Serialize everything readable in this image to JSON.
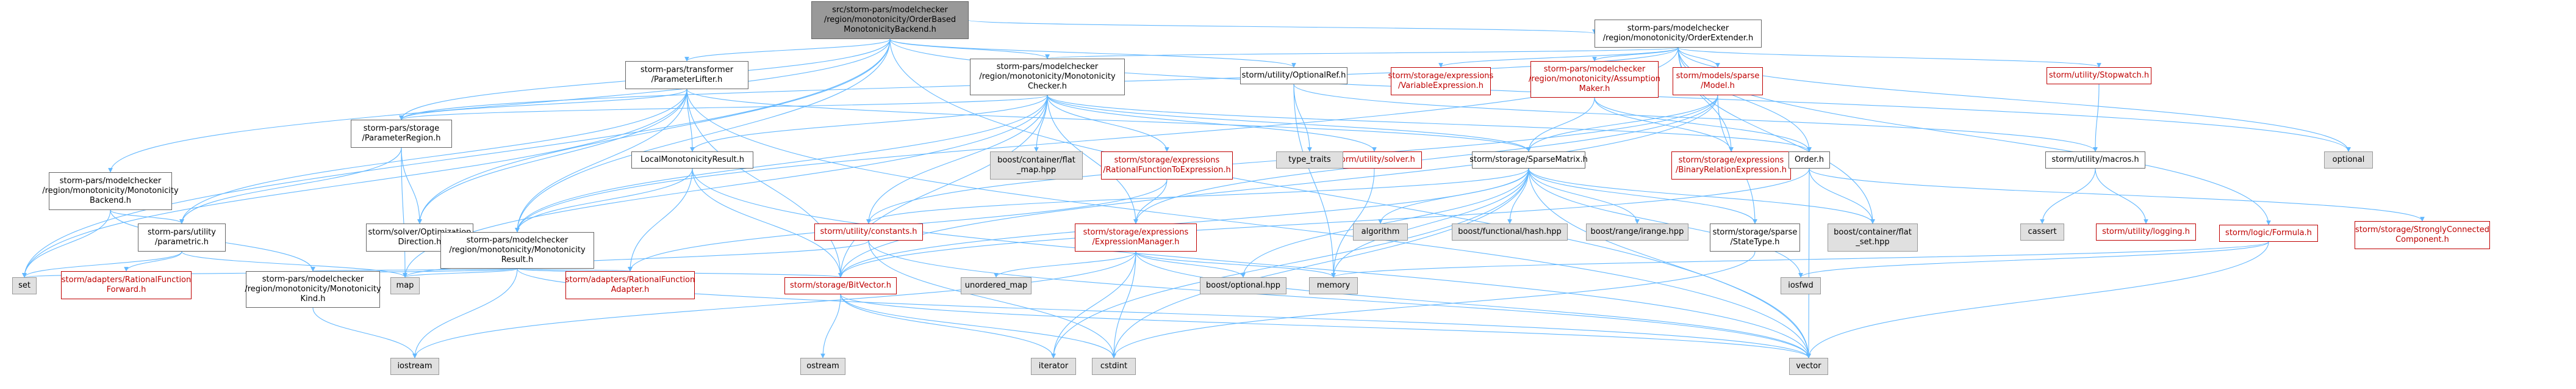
{
  "diagram": {
    "title": "Include dependency graph for src/storm-pars/modelchecker/region/monotonicity/OrderBasedMonotonicityBackend.h",
    "colors": {
      "edge": "#63b8ff",
      "root_fill": "#999999",
      "external_fill": "#e0e0e0",
      "linked_text": "#000000",
      "unresolved_text": "#bf0000"
    },
    "nodes": [
      {
        "id": "root",
        "label": "src/storm-pars/modelchecker\n/region/monotonicity/OrderBased\nMonotonicityBackend.h",
        "kind": "root"
      },
      {
        "id": "orderext",
        "label": "storm-pars/modelchecker\n/region/monotonicity/OrderExtender.h",
        "kind": "normal"
      },
      {
        "id": "monochecker",
        "label": "storm-pars/modelchecker\n/region/monotonicity/Monotonicity\nChecker.h",
        "kind": "normal"
      },
      {
        "id": "paramlifter",
        "label": "storm-pars/transformer\n/ParameterLifter.h",
        "kind": "normal"
      },
      {
        "id": "monobackend",
        "label": "storm-pars/modelchecker\n/region/monotonicity/Monotonicity\nBackend.h",
        "kind": "normal"
      },
      {
        "id": "optionalref",
        "label": "storm/utility/OptionalRef.h",
        "kind": "normal"
      },
      {
        "id": "varexpr",
        "label": "storm/storage/expressions\n/VariableExpression.h",
        "kind": "red"
      },
      {
        "id": "assumption",
        "label": "storm-pars/modelchecker\n/region/monotonicity/Assumption\nMaker.h",
        "kind": "red"
      },
      {
        "id": "sparsemodel",
        "label": "storm/models/sparse\n/Model.h",
        "kind": "red"
      },
      {
        "id": "stopwatch",
        "label": "storm/utility/Stopwatch.h",
        "kind": "red"
      },
      {
        "id": "paramregion",
        "label": "storm-pars/storage\n/ParameterRegion.h",
        "kind": "normal"
      },
      {
        "id": "localmono",
        "label": "LocalMonotonicityResult.h",
        "kind": "normal"
      },
      {
        "id": "flatmap",
        "label": "boost/container/flat\n_map.hpp",
        "kind": "gray"
      },
      {
        "id": "ratfunc",
        "label": "storm/storage/expressions\n/RationalFunctionToExpression.h",
        "kind": "red"
      },
      {
        "id": "solver",
        "label": "storm/utility/solver.h",
        "kind": "red"
      },
      {
        "id": "typetraits",
        "label": "type_traits",
        "kind": "gray"
      },
      {
        "id": "sparsematrix",
        "label": "storm/storage/SparseMatrix.h",
        "kind": "normal"
      },
      {
        "id": "binrel",
        "label": "storm/storage/expressions\n/BinaryRelationExpression.h",
        "kind": "red"
      },
      {
        "id": "order",
        "label": "Order.h",
        "kind": "normal"
      },
      {
        "id": "macros",
        "label": "storm/utility/macros.h",
        "kind": "normal"
      },
      {
        "id": "optional",
        "label": "optional",
        "kind": "gray"
      },
      {
        "id": "logicformula",
        "label": "storm/logic/Formula.h",
        "kind": "red"
      },
      {
        "id": "parametric",
        "label": "storm-pars/utility\n/parametric.h",
        "kind": "normal"
      },
      {
        "id": "solverdir",
        "label": "storm/solver/Optimization\nDirection.h",
        "kind": "normal"
      },
      {
        "id": "monoresult",
        "label": "storm-pars/modelchecker\n/region/monotonicity/Monotonicity\nResult.h",
        "kind": "normal"
      },
      {
        "id": "constants",
        "label": "storm/utility/constants.h",
        "kind": "red"
      },
      {
        "id": "exprmgr",
        "label": "storm/storage/expressions\n/ExpressionManager.h",
        "kind": "red"
      },
      {
        "id": "algorithm",
        "label": "algorithm",
        "kind": "gray"
      },
      {
        "id": "functional",
        "label": "boost/functional/hash.hpp",
        "kind": "gray"
      },
      {
        "id": "range",
        "label": "boost/range/irange.hpp",
        "kind": "gray"
      },
      {
        "id": "statetype",
        "label": "storm/storage/sparse\n/StateType.h",
        "kind": "normal"
      },
      {
        "id": "flatset",
        "label": "boost/container/flat\n_set.hpp",
        "kind": "gray"
      },
      {
        "id": "cassert",
        "label": "cassert",
        "kind": "gray"
      },
      {
        "id": "logging",
        "label": "storm/utility/logging.h",
        "kind": "red"
      },
      {
        "id": "scc",
        "label": "storm/storage/StronglyConnected\nComponent.h",
        "kind": "red"
      },
      {
        "id": "set",
        "label": "set",
        "kind": "gray"
      },
      {
        "id": "ratforward",
        "label": "storm/adapters/RationalFunction\nForward.h",
        "kind": "red"
      },
      {
        "id": "monokind",
        "label": "storm-pars/modelchecker\n/region/monotonicity/Monotonicity\nKind.h",
        "kind": "normal"
      },
      {
        "id": "map",
        "label": "map",
        "kind": "gray"
      },
      {
        "id": "ratadapter",
        "label": "storm/adapters/RationalFunction\nAdapter.h",
        "kind": "red"
      },
      {
        "id": "bitvector",
        "label": "storm/storage/BitVector.h",
        "kind": "red"
      },
      {
        "id": "unorderedmap",
        "label": "unordered_map",
        "kind": "gray"
      },
      {
        "id": "boostoptional",
        "label": "boost/optional.hpp",
        "kind": "gray"
      },
      {
        "id": "memory",
        "label": "memory",
        "kind": "gray"
      },
      {
        "id": "iosfwd",
        "label": "iosfwd",
        "kind": "gray"
      },
      {
        "id": "iostream",
        "label": "iostream",
        "kind": "gray"
      },
      {
        "id": "ostream",
        "label": "ostream",
        "kind": "gray"
      },
      {
        "id": "iterator",
        "label": "iterator",
        "kind": "gray"
      },
      {
        "id": "cstdint",
        "label": "cstdint",
        "kind": "gray"
      },
      {
        "id": "vector",
        "label": "vector",
        "kind": "gray"
      }
    ],
    "edges": [
      [
        "root",
        "orderext"
      ],
      [
        "root",
        "monochecker"
      ],
      [
        "root",
        "paramlifter"
      ],
      [
        "root",
        "monobackend"
      ],
      [
        "root",
        "optionalref"
      ],
      [
        "root",
        "solverdir"
      ],
      [
        "root",
        "monoresult"
      ],
      [
        "root",
        "set"
      ],
      [
        "root",
        "vector"
      ],
      [
        "root",
        "optional"
      ],
      [
        "root",
        "paramregion"
      ],
      [
        "orderext",
        "monochecker"
      ],
      [
        "orderext",
        "varexpr"
      ],
      [
        "orderext",
        "assumption"
      ],
      [
        "orderext",
        "sparsemodel"
      ],
      [
        "orderext",
        "stopwatch"
      ],
      [
        "orderext",
        "order"
      ],
      [
        "orderext",
        "binrel"
      ],
      [
        "orderext",
        "flatset"
      ],
      [
        "orderext",
        "logicformula"
      ],
      [
        "orderext",
        "optional"
      ],
      [
        "orderext",
        "monoresult"
      ],
      [
        "orderext",
        "paramregion"
      ],
      [
        "monochecker",
        "flatmap"
      ],
      [
        "monochecker",
        "ratfunc"
      ],
      [
        "monochecker",
        "solver"
      ],
      [
        "monochecker",
        "sparsematrix"
      ],
      [
        "monochecker",
        "localmono"
      ],
      [
        "monochecker",
        "monoresult"
      ],
      [
        "monochecker",
        "paramregion"
      ],
      [
        "monochecker",
        "exprmgr"
      ],
      [
        "monochecker",
        "constants"
      ],
      [
        "monochecker",
        "order"
      ],
      [
        "monochecker",
        "bitvector"
      ],
      [
        "monochecker",
        "map"
      ],
      [
        "paramlifter",
        "sparsematrix"
      ],
      [
        "paramlifter",
        "paramregion"
      ],
      [
        "paramlifter",
        "localmono"
      ],
      [
        "paramlifter",
        "monoresult"
      ],
      [
        "paramlifter",
        "parametric"
      ],
      [
        "paramlifter",
        "solverdir"
      ],
      [
        "paramlifter",
        "bitvector"
      ],
      [
        "paramlifter",
        "set"
      ],
      [
        "paramlifter",
        "vector"
      ],
      [
        "monobackend",
        "parametric"
      ],
      [
        "monobackend",
        "monokind"
      ],
      [
        "monobackend",
        "set"
      ],
      [
        "optionalref",
        "typetraits"
      ],
      [
        "optionalref",
        "macros"
      ],
      [
        "optionalref",
        "memory"
      ],
      [
        "assumption",
        "sparsematrix"
      ],
      [
        "assumption",
        "order"
      ],
      [
        "assumption",
        "binrel"
      ],
      [
        "sparsemodel",
        "sparsematrix"
      ],
      [
        "sparsemodel",
        "statetype"
      ],
      [
        "sparsemodel",
        "constants"
      ],
      [
        "sparsemodel",
        "exprmgr"
      ],
      [
        "sparsemodel",
        "bitvector"
      ],
      [
        "stopwatch",
        "macros"
      ],
      [
        "paramregion",
        "parametric"
      ],
      [
        "paramregion",
        "solverdir"
      ],
      [
        "paramregion",
        "map"
      ],
      [
        "localmono",
        "monoresult"
      ],
      [
        "localmono",
        "bitvector"
      ],
      [
        "localmono",
        "ratadapter"
      ],
      [
        "localmono",
        "vector"
      ],
      [
        "ratfunc",
        "exprmgr"
      ],
      [
        "ratfunc",
        "ratadapter"
      ],
      [
        "solver",
        "memory"
      ],
      [
        "sparsematrix",
        "algorithm"
      ],
      [
        "sparsematrix",
        "functional"
      ],
      [
        "sparsematrix",
        "range"
      ],
      [
        "sparsematrix",
        "statetype"
      ],
      [
        "sparsematrix",
        "iosfwd"
      ],
      [
        "sparsematrix",
        "bitvector"
      ],
      [
        "sparsematrix",
        "constants"
      ],
      [
        "sparsematrix",
        "boostoptional"
      ],
      [
        "sparsematrix",
        "cstdint"
      ],
      [
        "sparsematrix",
        "iterator"
      ],
      [
        "sparsematrix",
        "vector"
      ],
      [
        "sparsematrix",
        "memory"
      ],
      [
        "sparsematrix",
        "flatset"
      ],
      [
        "order",
        "bitvector"
      ],
      [
        "order",
        "flatset"
      ],
      [
        "order",
        "scc"
      ],
      [
        "order",
        "vector"
      ],
      [
        "macros",
        "cassert"
      ],
      [
        "macros",
        "logging"
      ],
      [
        "logicformula",
        "iosfwd"
      ],
      [
        "logicformula",
        "memory"
      ],
      [
        "logicformula",
        "vector"
      ],
      [
        "parametric",
        "set"
      ],
      [
        "parametric",
        "ratforward"
      ],
      [
        "parametric",
        "map"
      ],
      [
        "monoresult",
        "monokind"
      ],
      [
        "monoresult",
        "set"
      ],
      [
        "monoresult",
        "map"
      ],
      [
        "monoresult",
        "ratadapter"
      ],
      [
        "monoresult",
        "bitvector"
      ],
      [
        "monoresult",
        "iostream"
      ],
      [
        "monoresult",
        "vector"
      ],
      [
        "constants",
        "map"
      ],
      [
        "constants",
        "cstdint"
      ],
      [
        "constants",
        "vector"
      ],
      [
        "exprmgr",
        "unorderedmap"
      ],
      [
        "exprmgr",
        "boostoptional"
      ],
      [
        "exprmgr",
        "memory"
      ],
      [
        "exprmgr",
        "iterator"
      ],
      [
        "exprmgr",
        "cstdint"
      ],
      [
        "exprmgr",
        "vector"
      ],
      [
        "exprmgr",
        "iostream"
      ],
      [
        "statetype",
        "cstdint"
      ],
      [
        "monokind",
        "iostream"
      ],
      [
        "bitvector",
        "ostream"
      ],
      [
        "bitvector",
        "iterator"
      ],
      [
        "bitvector",
        "cstdint"
      ],
      [
        "bitvector",
        "vector"
      ]
    ]
  }
}
